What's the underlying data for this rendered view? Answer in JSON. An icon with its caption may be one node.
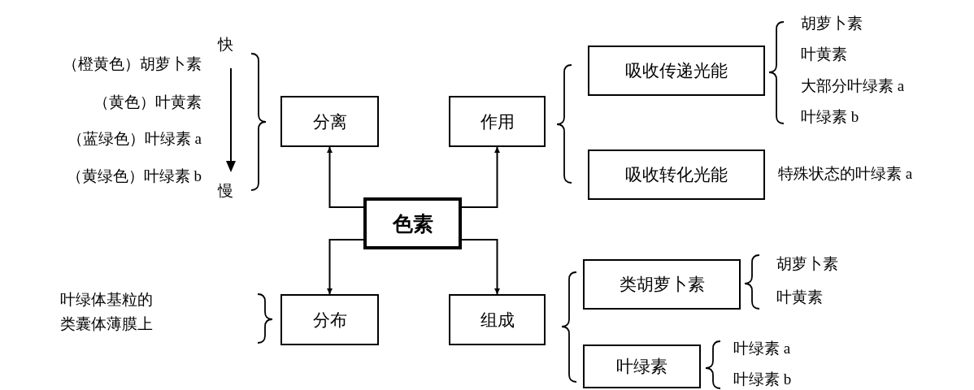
{
  "diagram": {
    "nodes": [
      {
        "text": [
          "色素"
        ]
      },
      {
        "text": [
          "分离"
        ]
      },
      {
        "text": [
          "作用"
        ]
      },
      {
        "text": [
          "分布"
        ]
      },
      {
        "text": [
          "组成"
        ]
      },
      {
        "text": [
          "吸收传递光能"
        ]
      },
      {
        "text": [
          "吸收转化光能"
        ]
      },
      {
        "text": [
          "类胡萝卜素"
        ]
      },
      {
        "text": [
          "叶绿素"
        ]
      }
    ],
    "edges": [
      {
        "from": 0,
        "to": 1,
        "arrow": "to"
      },
      {
        "from": 0,
        "to": 2,
        "arrow": "to"
      },
      {
        "from": 0,
        "to": 3,
        "arrow": "to"
      },
      {
        "from": 0,
        "to": 4,
        "arrow": "to"
      }
    ],
    "labels": [
      "胡萝卜素",
      "快",
      "（橙黄色）胡萝卜素",
      "叶黄素",
      "（黄色）叶黄素",
      "大部分叶绿素 a",
      "（蓝绿色）叶绿素 a",
      "叶绿素 b",
      "（黄绿色）叶绿素 b",
      "慢",
      "特殊状态的叶绿素 a",
      "胡萝卜素",
      "叶绿体基粒的类囊体薄膜上",
      "叶黄素",
      "叶绿素 a",
      "叶绿素 b"
    ]
  }
}
